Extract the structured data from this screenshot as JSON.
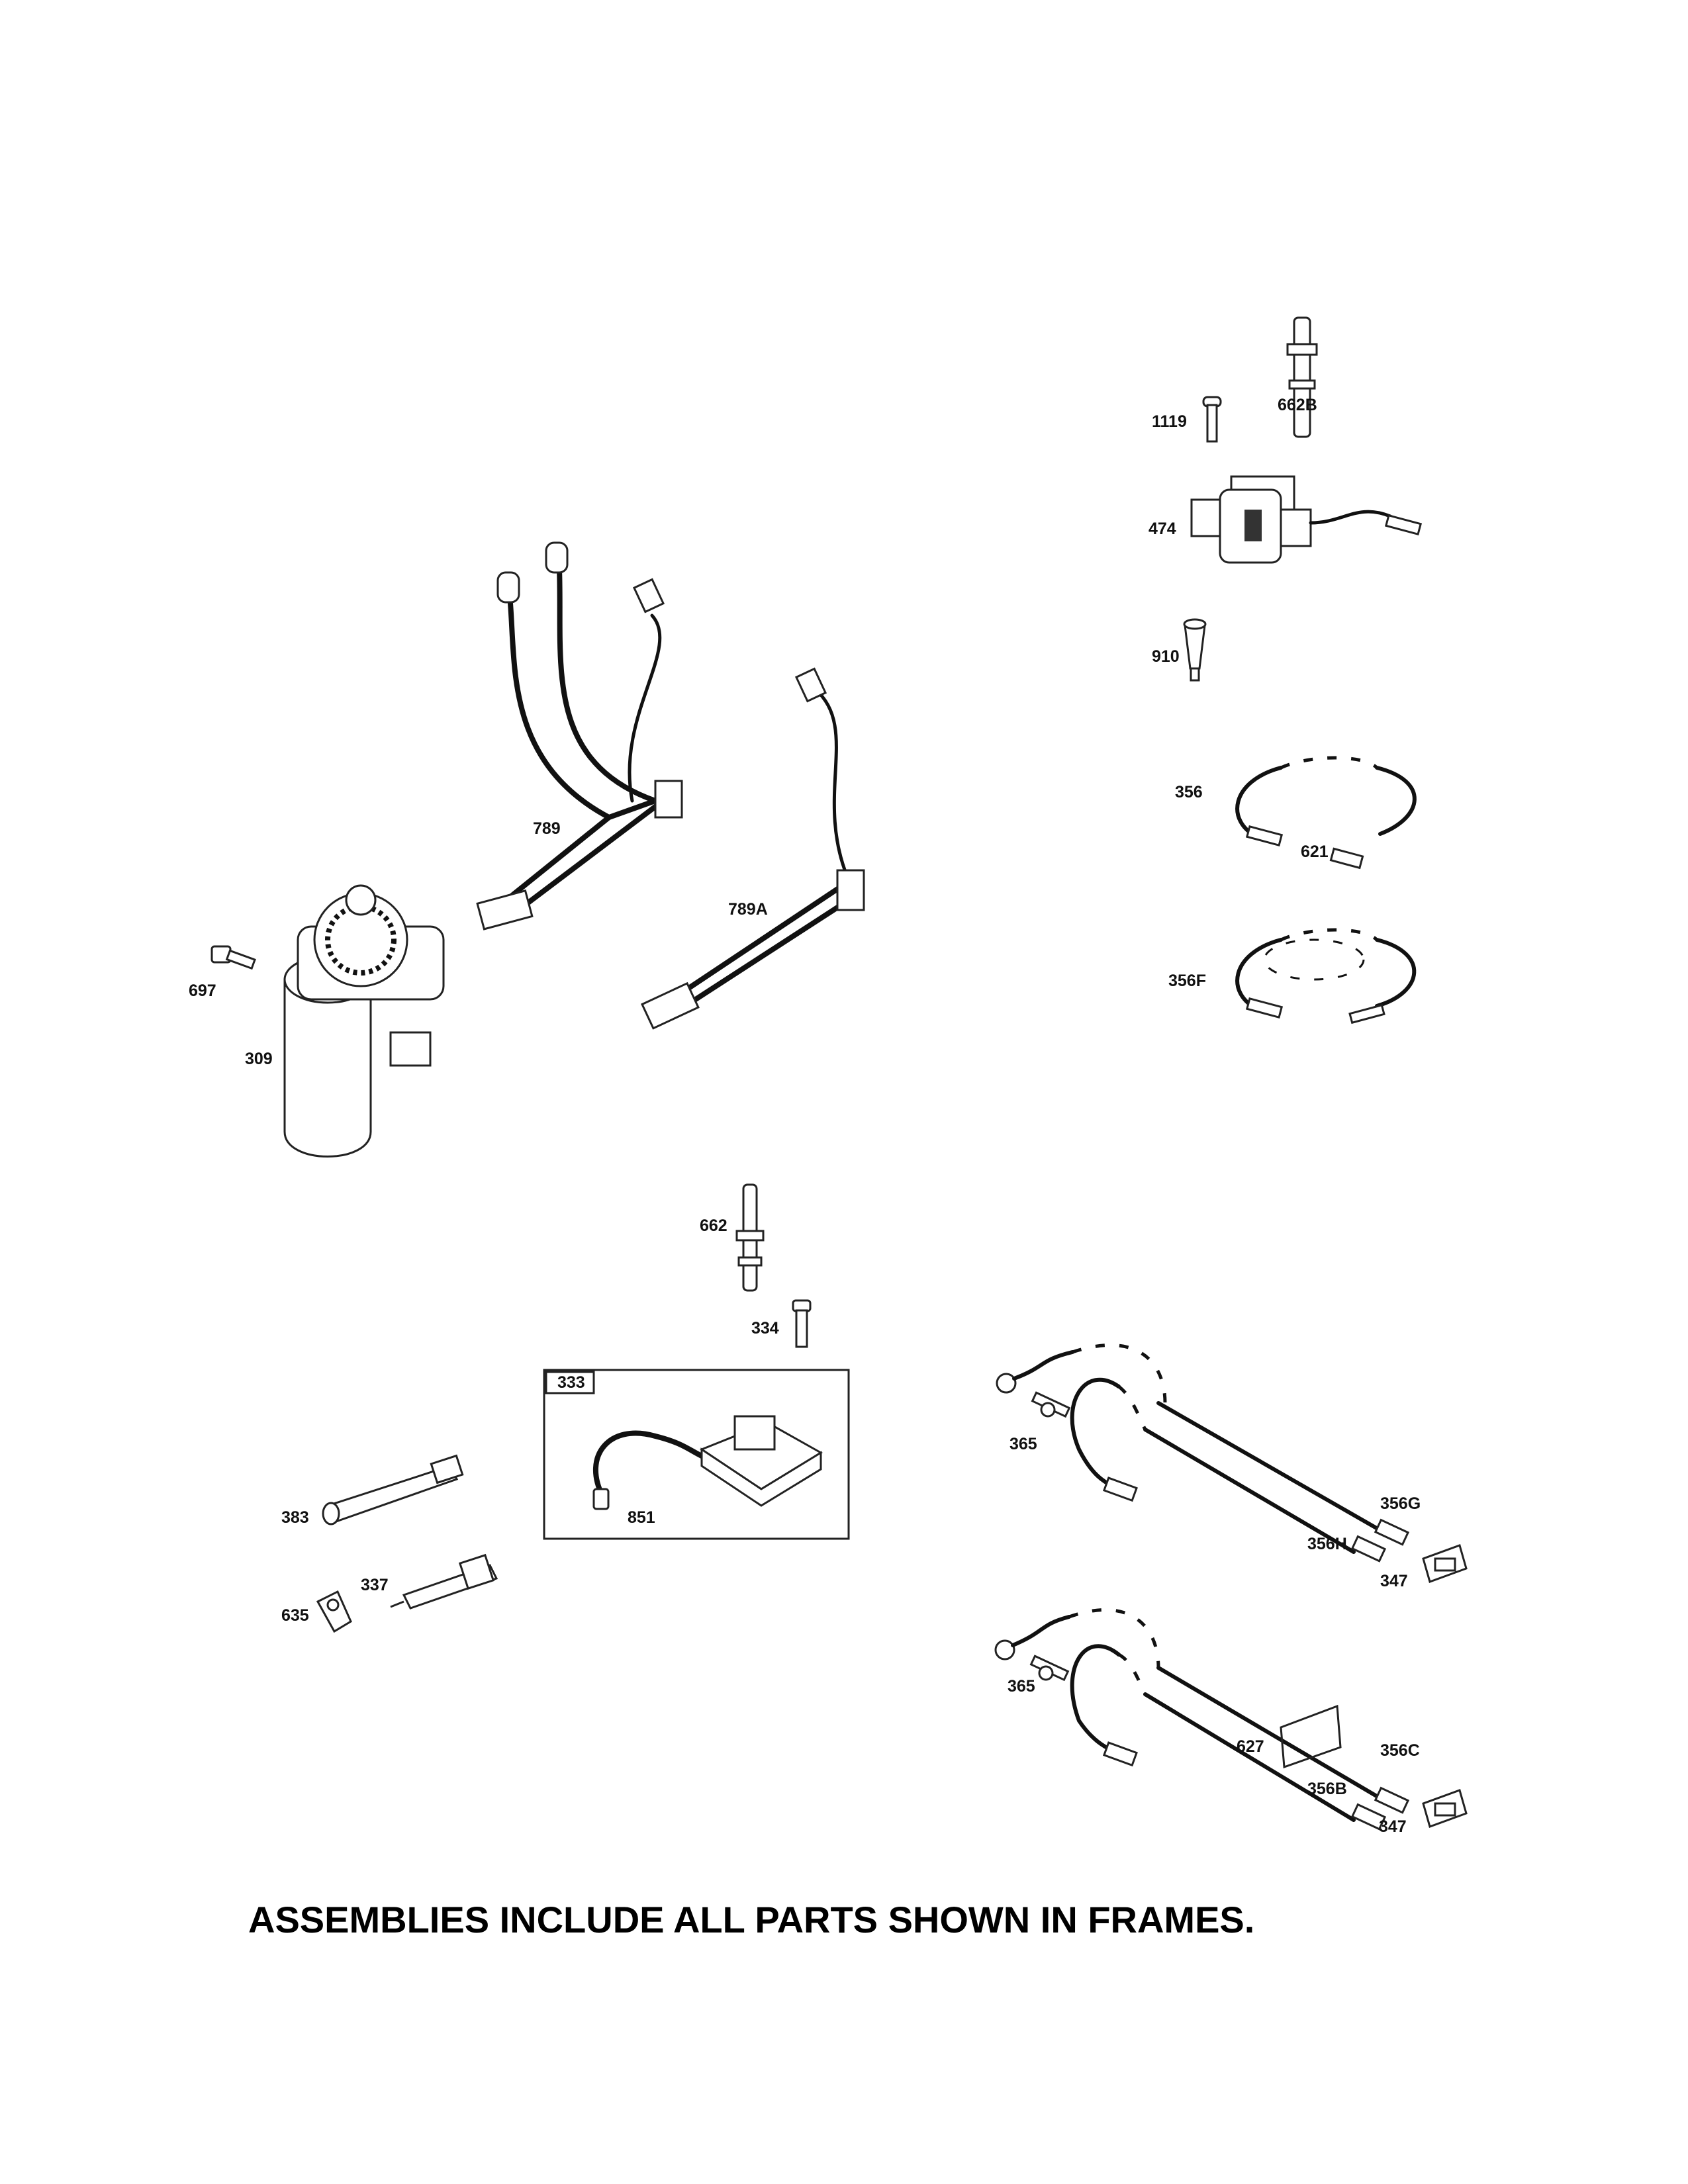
{
  "labels": {
    "p662B": "662B",
    "p1119": "1119",
    "p474": "474",
    "p910": "910",
    "p356": "356",
    "p621": "621",
    "p356F": "356F",
    "p789": "789",
    "p789A": "789A",
    "p697": "697",
    "p309": "309",
    "p662": "662",
    "p334": "334",
    "p333": "333",
    "p851": "851",
    "p383": "383",
    "p337": "337",
    "p635": "635",
    "p365a": "365",
    "p356G": "356G",
    "p356H": "356H",
    "p347a": "347",
    "p365b": "365",
    "p627": "627",
    "p356C": "356C",
    "p356B": "356B",
    "p347b": "347"
  },
  "footer": "ASSEMBLIES INCLUDE ALL PARTS SHOWN IN FRAMES."
}
